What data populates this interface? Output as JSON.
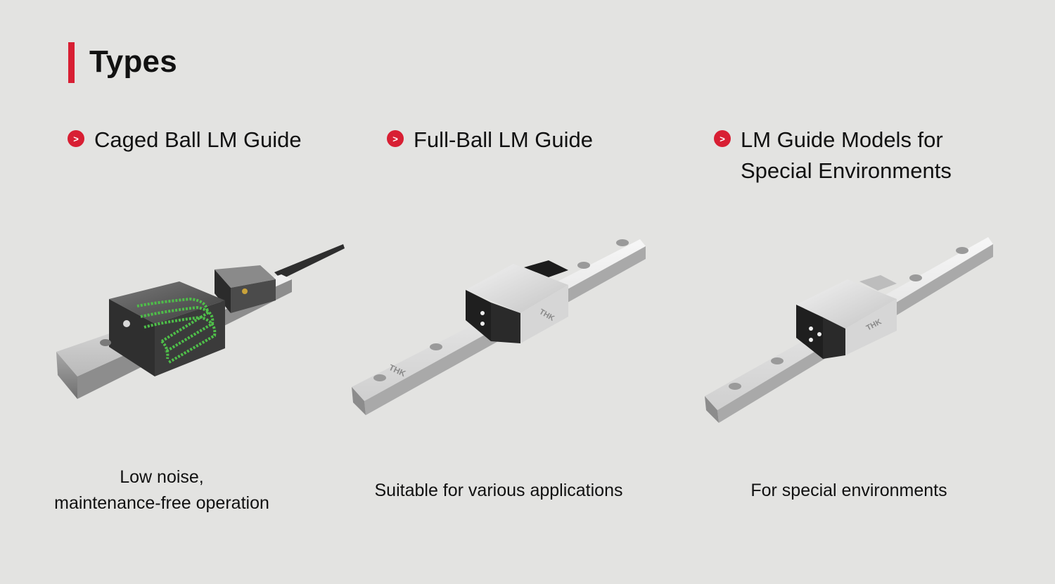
{
  "title": "Types",
  "bullet_glyph": ">",
  "accent_color": "#d81f33",
  "columns": [
    {
      "heading": "Caged Ball LM Guide",
      "description_line1": "Low noise,",
      "description_line2": "maintenance-free operation",
      "image": "caged-ball-lm-guide-photo"
    },
    {
      "heading": "Full-Ball LM Guide",
      "description": "Suitable for various applications",
      "image": "full-ball-lm-guide-photo"
    },
    {
      "heading_line1": "LM Guide Models for",
      "heading_line2": "Special Environments",
      "description": "For special environments",
      "image": "special-environment-lm-guide-photo"
    }
  ],
  "rail_logo_text": "THK"
}
